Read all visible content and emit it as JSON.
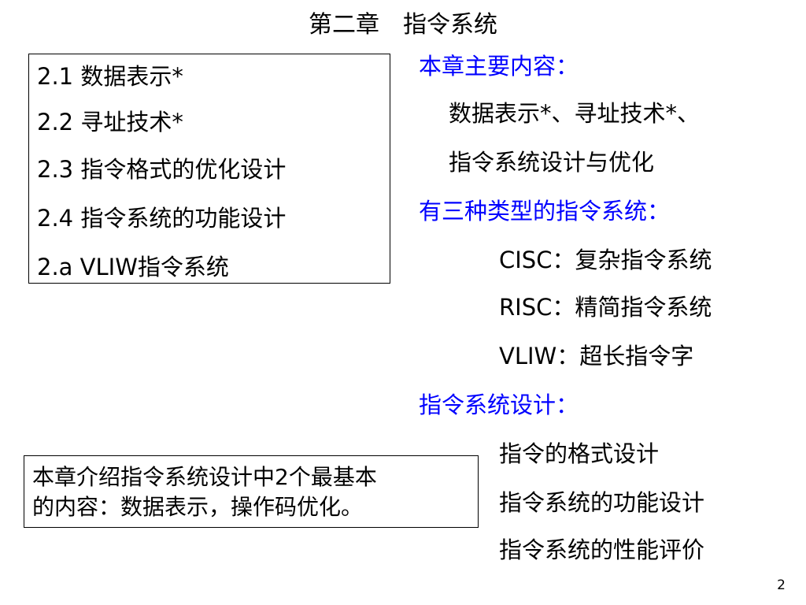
{
  "slide": {
    "title": "第二章　指令系统",
    "page_number": "2"
  },
  "toc": {
    "items": [
      "2.1 数据表示*",
      "2.2 寻址技术*",
      "2.3 指令格式的优化设计",
      "2.4 指令系统的功能设计",
      "2.a VLIW指令系统"
    ]
  },
  "content": {
    "main_heading": "本章主要内容：",
    "main_lines": [
      "数据表示*、寻址技术*、",
      "指令系统设计与优化"
    ],
    "types_heading": "有三种类型的指令系统：",
    "types": [
      "CISC：复杂指令系统",
      "RISC：精简指令系统",
      "VLIW：超长指令字"
    ],
    "design_heading": "指令系统设计：",
    "design_items": [
      "指令的格式设计",
      "指令系统的功能设计",
      "指令系统的性能评价"
    ]
  },
  "note": {
    "lines": [
      "本章介绍指令系统设计中2个最基本",
      "的内容：数据表示，操作码优化。"
    ]
  },
  "colors": {
    "heading_blue": "#0000ff",
    "text": "#000000",
    "background": "#ffffff"
  }
}
